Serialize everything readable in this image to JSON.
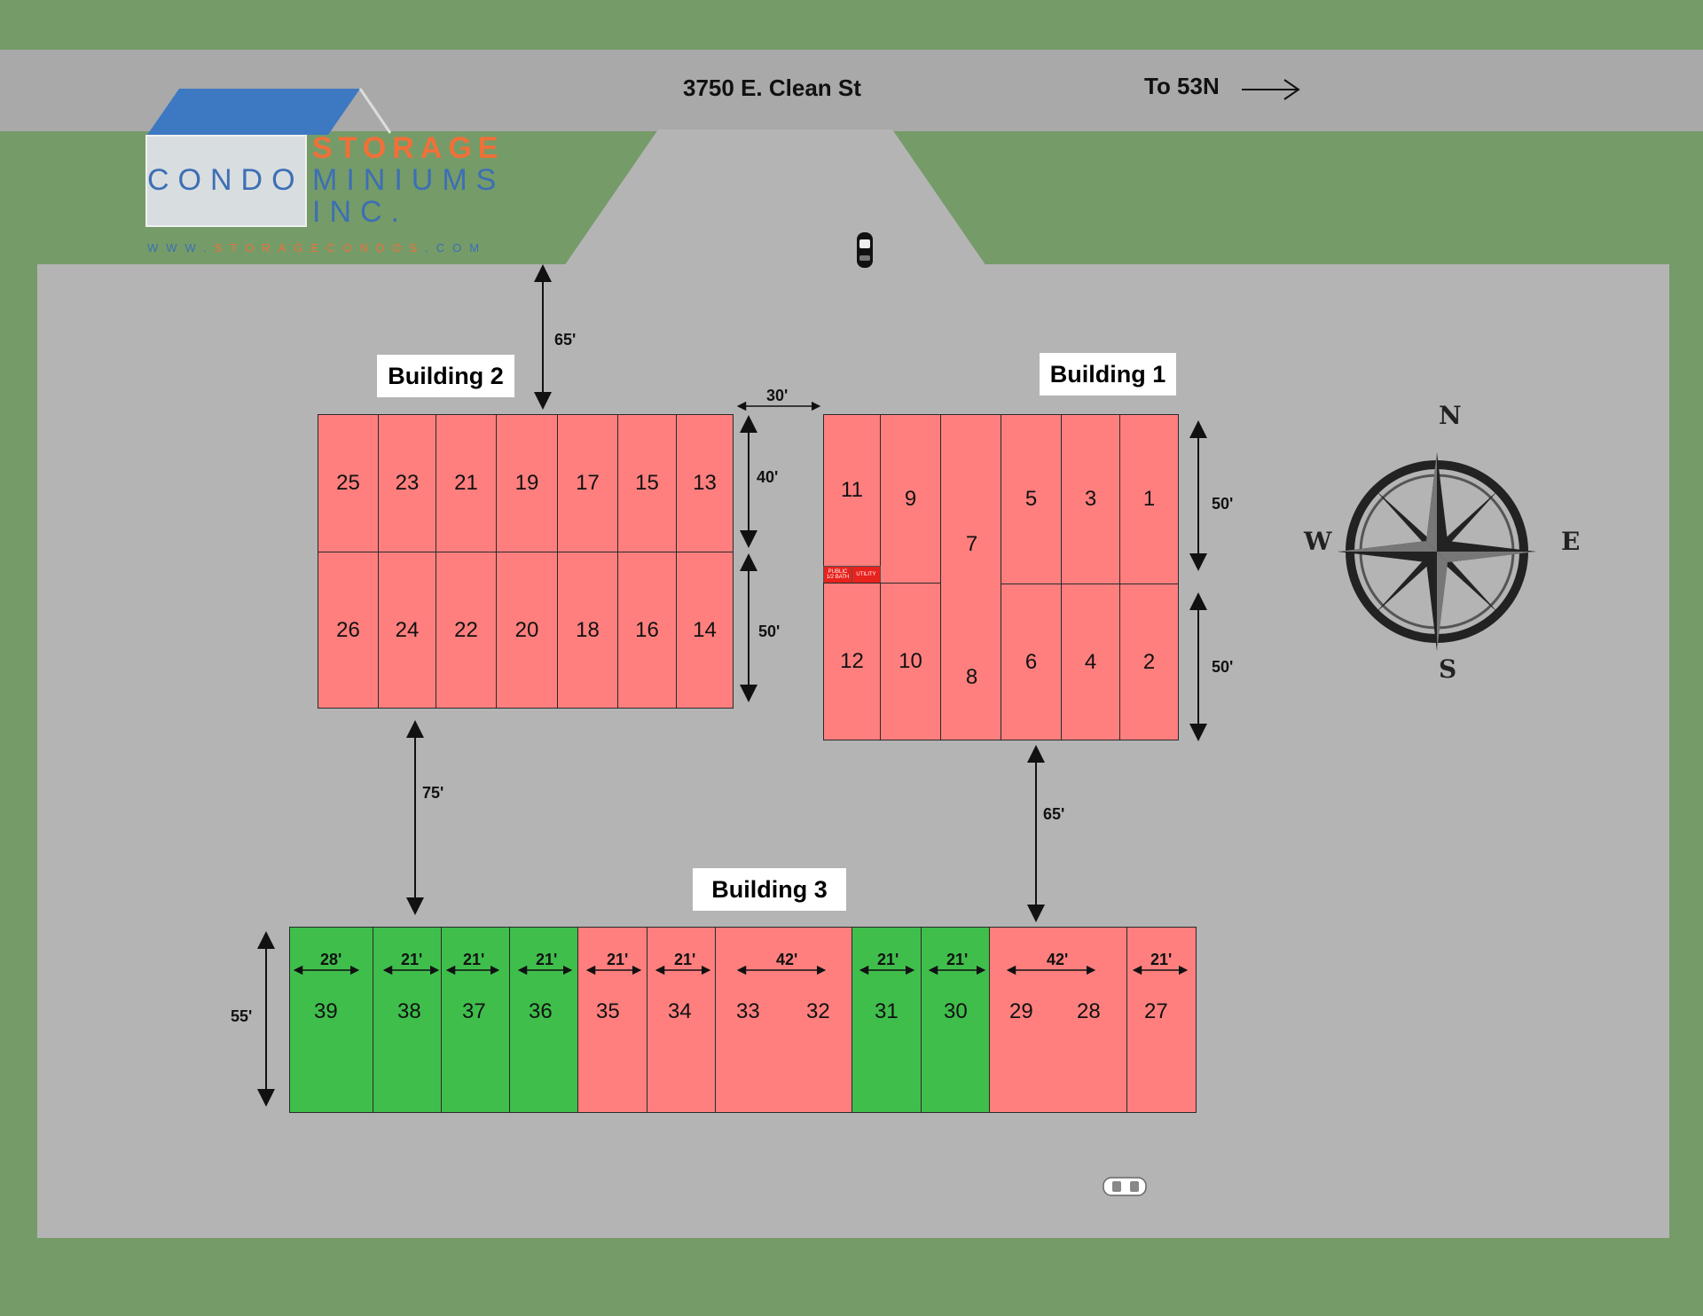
{
  "road": {
    "address": "3750 E. Clean St",
    "direction": "To 53N"
  },
  "logo": {
    "line1": "STORAGE",
    "line2a": "CONDO",
    "line2b": "MINIUMS",
    "line3": "INC.",
    "url_prefix": "WWW.",
    "url_mid": "STORAGECONDOS",
    "url_suffix": ".COM"
  },
  "buildings": {
    "b1": "Building 1",
    "b2": "Building 2",
    "b3": "Building 3"
  },
  "dims": {
    "entry_gap": "65'",
    "between_b1_b2": "30'",
    "b2_top": "40'",
    "b2_bottom": "50'",
    "b1_top": "50'",
    "b1_bottom": "50'",
    "b2_to_b3": "75'",
    "b1_to_b3": "65'",
    "b3_depth": "55'"
  },
  "b2_units_top": [
    "25",
    "23",
    "21",
    "19",
    "17",
    "15",
    "13"
  ],
  "b2_units_bottom": [
    "26",
    "24",
    "22",
    "20",
    "18",
    "16",
    "14"
  ],
  "b1_units": {
    "u11": "11",
    "u9": "9",
    "u7": "7",
    "u5": "5",
    "u3": "3",
    "u1": "1",
    "u12": "12",
    "u10": "10",
    "u8": "8",
    "u6": "6",
    "u4": "4",
    "u2": "2"
  },
  "b1_util": {
    "bath": "PUBLIC 1/2 BATH",
    "utility": "UTILITY"
  },
  "b3_units": {
    "u39": "39",
    "u38": "38",
    "u37": "37",
    "u36": "36",
    "u35": "35",
    "u34": "34",
    "u33": "33",
    "u32": "32",
    "u31": "31",
    "u30": "30",
    "u29": "29",
    "u28": "28",
    "u27": "27"
  },
  "b3_widths": {
    "w39": "28'",
    "w38": "21'",
    "w37": "21'",
    "w36": "21'",
    "w35": "21'",
    "w34": "21'",
    "w33_32": "42'",
    "w31": "21'",
    "w30": "21'",
    "w29_28": "42'",
    "w27": "21'"
  },
  "unit_status_colors": {
    "sold": "#fe7f7e",
    "available": "#3fbe4c",
    "utility": "#e8221d"
  },
  "compass": {
    "n": "N",
    "s": "S",
    "e": "E",
    "w": "W"
  }
}
